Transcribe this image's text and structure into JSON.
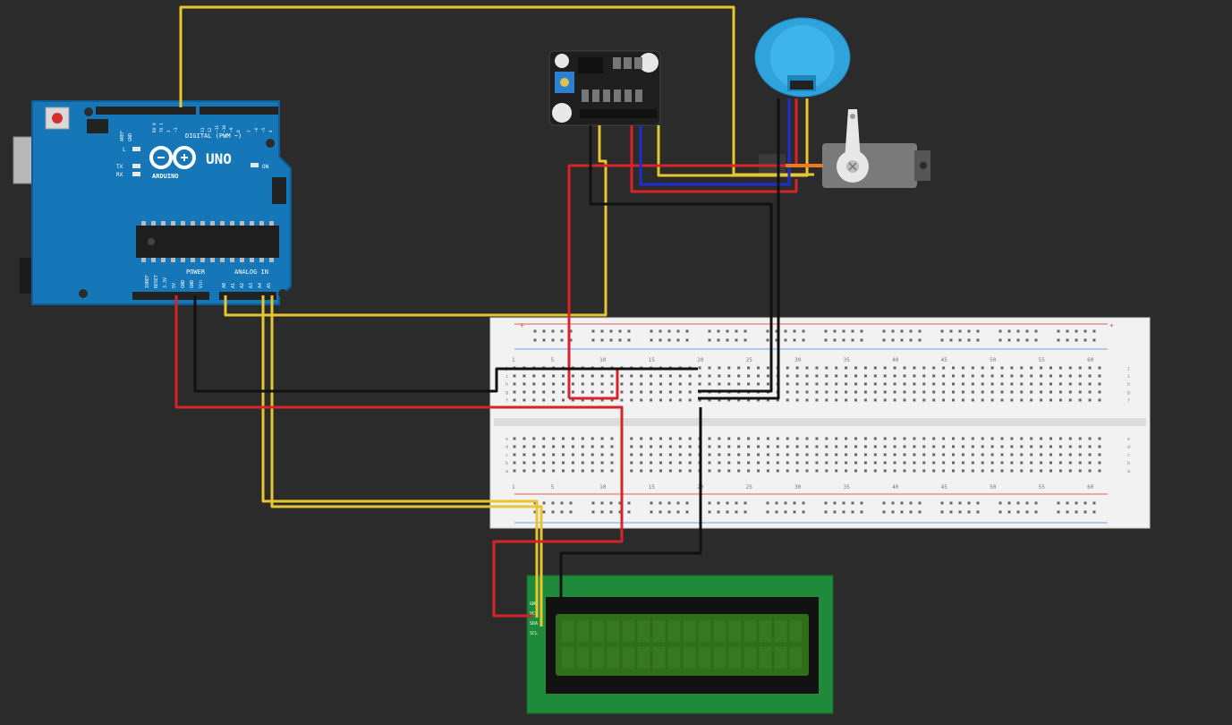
{
  "arduino": {
    "model_label": "UNO",
    "brand_label": "ARDUINO",
    "digital_label": "DIGITAL (PWM ~)",
    "on_label": "ON",
    "aref_label": "AREF",
    "gnd_label": "GND",
    "l_label": "L",
    "tx_label": "TX",
    "rx_label": "RX",
    "power_label": "POWER",
    "analog_label": "ANALOG IN",
    "power_pins": [
      "IOREF",
      "RESET",
      "3.3V",
      "5V",
      "GND",
      "GND",
      "Vin"
    ],
    "analog_pins": [
      "A0",
      "A1",
      "A2",
      "A3",
      "A4",
      "A5"
    ],
    "digital_pins": [
      "13",
      "12",
      "~11",
      "~10",
      "~9",
      "8",
      "7",
      "~6",
      "~5",
      "4",
      "~3",
      "2",
      "TX 1",
      "RX 0"
    ]
  },
  "breadboard": {
    "column_numbers": [
      "1",
      "5",
      "10",
      "15",
      "20",
      "25",
      "30",
      "35",
      "40",
      "45",
      "50",
      "55",
      "60"
    ],
    "rows_top": [
      "j",
      "i",
      "h",
      "g",
      "f"
    ],
    "rows_bottom": [
      "e",
      "d",
      "c",
      "b",
      "a"
    ],
    "rail_plus": "+",
    "rail_minus": "-"
  },
  "lcd": {
    "pin_labels": [
      "GND",
      "VCC",
      "SDA",
      "SCL"
    ]
  },
  "colors": {
    "background": "#2b2b2b",
    "arduino_board": "#1577b8",
    "wire_yellow": "#e8c62f",
    "wire_red": "#d8232a",
    "wire_black": "#111111",
    "wire_blue": "#1b2fd1",
    "lcd_pcb": "#1f8a3a",
    "lcd_screen": "#2f6f1a",
    "breadboard": "#f2f2f2",
    "ultrasonic": "#2ea3dc",
    "servo_body": "#7a7a7a"
  },
  "icons": [
    "reset-button-icon",
    "usb-port-icon",
    "power-jack-icon",
    "microchip-icon"
  ]
}
